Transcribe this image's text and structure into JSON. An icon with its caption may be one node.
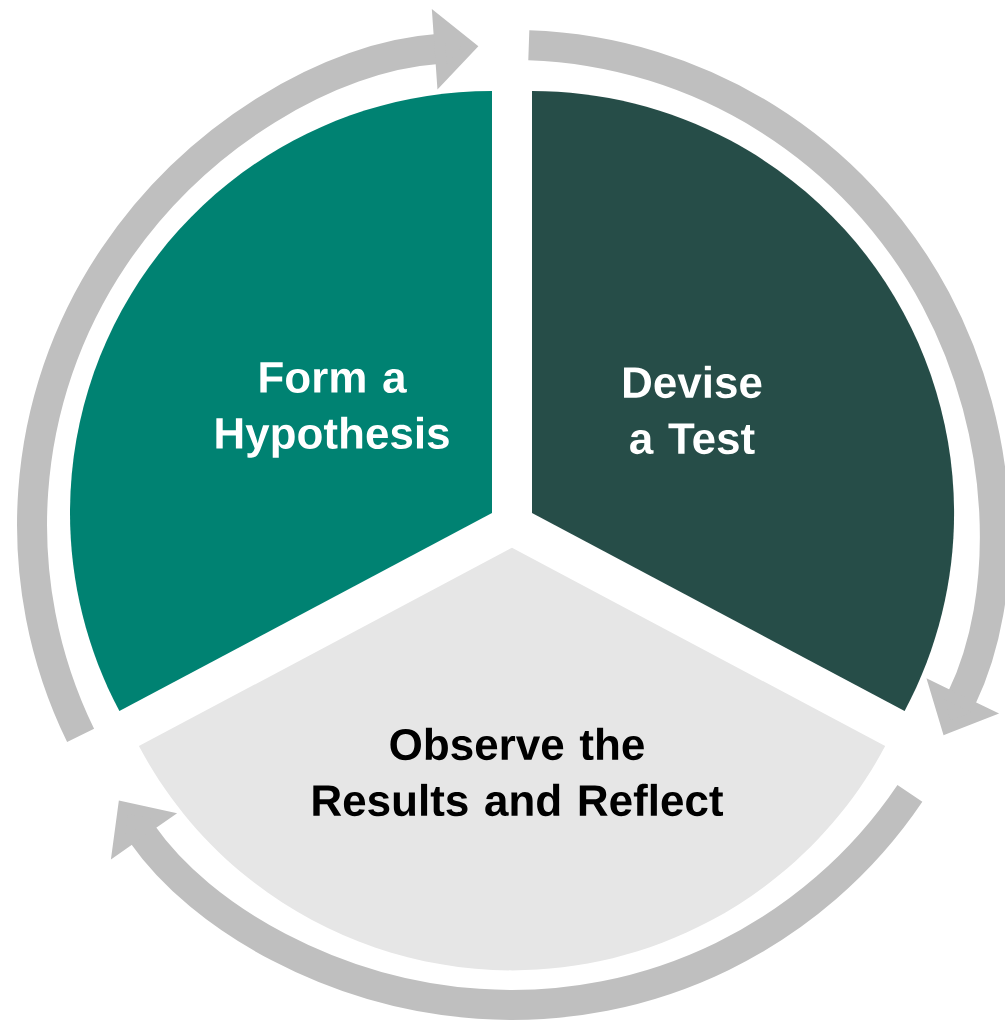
{
  "diagram": {
    "nodes": [
      {
        "text": [
          "Form a Hypothesis"
        ]
      },
      {
        "text": [
          "Devise a Test"
        ]
      },
      {
        "text": [
          "Observe the Results and Reflect"
        ]
      }
    ]
  }
}
